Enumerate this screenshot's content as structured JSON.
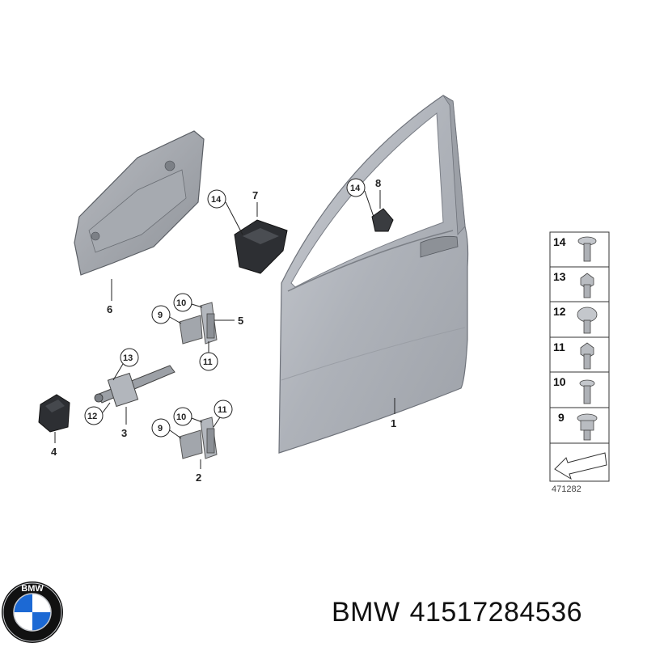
{
  "callouts": {
    "c1": "1",
    "c2": "2",
    "c3": "3",
    "c4": "4",
    "c5": "5",
    "c6": "6",
    "c7": "7",
    "c8": "8",
    "c7_sub": "14",
    "c8_sub": "14",
    "h5_9": "9",
    "h5_10": "10",
    "h5_11": "11",
    "h2_9": "9",
    "h2_10": "10",
    "h2_11": "11",
    "c3_13": "13",
    "c3_12": "12"
  },
  "fastener_table": {
    "rows": [
      "14",
      "13",
      "12",
      "11",
      "10",
      "9"
    ],
    "reference_code": "471282"
  },
  "logo": {
    "brand_letters": "BMW",
    "colors": {
      "blue": "#1c69d4",
      "white": "#ffffff",
      "ring": "#111111"
    }
  },
  "caption": {
    "brand": "BMW",
    "part_number": "41517284536"
  }
}
